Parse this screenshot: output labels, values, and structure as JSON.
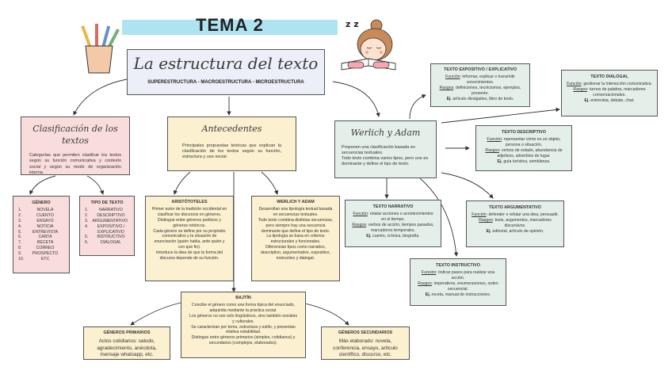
{
  "title": "TEMA 2",
  "main": {
    "title": "La estructura del texto",
    "subtitle": "SUPERESTRUCTURA - MACROESTRUCTURA - MICROESTRUCTURA"
  },
  "clasificacion": {
    "title": "Clasificación de los textos",
    "body": "Categorías que permiten clasificar los textos según su función comunicativa y contexto social y según su modo de organización interna."
  },
  "genero": {
    "title": "GÉNERO",
    "items": [
      {
        "n": "1.",
        "t": "NOVELA"
      },
      {
        "n": "2.",
        "t": "CUENTO"
      },
      {
        "n": "3.",
        "t": "ENSAYO"
      },
      {
        "n": "4.",
        "t": "NOTICIA"
      },
      {
        "n": "5.",
        "t": "ENTREVISTA"
      },
      {
        "n": "6.",
        "t": "CARTA"
      },
      {
        "n": "7.",
        "t": "RECETA"
      },
      {
        "n": "8.",
        "t": "CORREO"
      },
      {
        "n": "9.",
        "t": "PROSPECTO"
      },
      {
        "n": "10.",
        "t": "ETC"
      }
    ]
  },
  "tipo": {
    "title": "TIPO DE TEXTO",
    "items": [
      {
        "n": "1.",
        "t": "NARRATIVO"
      },
      {
        "n": "2.",
        "t": "DESCRIPTIVO"
      },
      {
        "n": "3.",
        "t": "ARGUMENTATIVO"
      },
      {
        "n": "4.",
        "t": "EXPOSITIVO / EXPLICATIVO"
      },
      {
        "n": "5.",
        "t": "INSTRUCTIVO"
      },
      {
        "n": "6.",
        "t": "DIALOGAL"
      }
    ]
  },
  "antecedentes": {
    "title": "Antecedentes",
    "body": "Principales propuestas teóricas que explican la clasificación de los textos según su función, estructura y uso social."
  },
  "aristoteles": {
    "title": "ARISTÓTOTELES",
    "p1": "Primer autor de la tradición occidental en clasificar los discursos en géneros. Distingue entre géneros poéticos y géneros retóricos.",
    "p2": "Cada género se define por su propósito comunicativo y la situación de enunciación (quién habla, ante quién y con qué fin).",
    "p3": "Introduce la idea de que la forma del discurso depende de su función."
  },
  "werlich_box": {
    "title": "WERLICH Y ADAM",
    "p1": "Desarrollan una tipología textual basada en secuencias textuales.",
    "p2": "Todo texto combina distintas secuencias, pero siempre hay una secuencia dominante que define el tipo de texto.",
    "p3": "La tipología se basa en criterios estructurales y funcionales.",
    "p4": "Diferencian tipos como narrativo, descriptivo, argumentativo, expositivo, instructivo y dialogal."
  },
  "bajtin": {
    "title": "BAJTÍN",
    "p1": "Concibe el género como una forma típica del enunciado, adquirida mediante la práctica social.",
    "p2": "Los géneros no son solo lingüísticos, sino también sociales y culturales.",
    "p3": "Se caracterizan por tema, estructura y estilo, y presentan relativa estabilidad.",
    "p4": "Distingue entre géneros primarios (simples, cotidianos) y secundarios (complejos, elaborados)."
  },
  "primarios": {
    "title": "GÉNEROS PRIMARIOS",
    "body": "Actos cotidianos: saludo, agradecimiento, anécdota, mensaje whatsapp, etc."
  },
  "secundarios": {
    "title": "GÉNEROS SECUNDARIOS",
    "body": "Más elaborado: novela, conferencia, ensayo, artículo científico, discurso, etc."
  },
  "werlich_adam": {
    "title": "Werlich y Adam",
    "body1": "Proponen una clasificación basada en secuencias textuales.",
    "body2": "Todo texto combina varios tipos, pero uno es dominante y define el tipo de texto."
  },
  "labels": {
    "funcion": "Función",
    "rasgos": "Rasgos",
    "ej": "Ej.",
    "sep": ": "
  },
  "expositivo": {
    "title": "TEXTO EXPOSITIVO / EXPLICATIVO",
    "funcion": "informar, explicar o transmitir conocimientos.",
    "rasgos": "definiciones, tecnicismos, ejemplos, presente.",
    "ej": "artículo divulgativo, libro de texto."
  },
  "dialogal": {
    "title": "TEXTO DIALOGAL",
    "funcion": "gestionar la interacción comunicativa.",
    "rasgos": "turnos de palabra, marcadores conversacionales.",
    "ej": "entrevista, debate, chat."
  },
  "descriptivo": {
    "title": "TEXTO DESCRIPTIVO",
    "funcion": "representar cómo es un objeto, persona o situación.",
    "rasgos": "verbos de estado, abundancia de adjetivos, adverbios de lugar.",
    "ej": "guía turística, semblanza."
  },
  "narrativo": {
    "title": "TEXTO NARRATIVO",
    "funcion": "relatar acciones o acontecimientos en el tiempo.",
    "rasgos": "verbos de acción, tiempos pasados, marcadores temporales.",
    "ej": "cuento, crónica, biografía."
  },
  "argumentativo": {
    "title": "TEXTO ARGUMENTATIVO",
    "funcion": "defender o refutar una idea, persuadir.",
    "rasgos": "tesis, argumentos, marcadores discursivos.",
    "ej": "editorial, artículo de opinión."
  },
  "instructivo": {
    "title": "TEXTO INSTRUCTIVO",
    "funcion": "indicar pasos para realizar una acción.",
    "rasgos": "imperativos, enumeraciones, orden secuencial.",
    "ej": "receta, manual de instrucciones."
  },
  "zz": "z z",
  "colors": {
    "title_bar": "#aee3f1",
    "pink": "#f9dcdc",
    "yellow": "#fbf0cf",
    "mint": "#e5efe9",
    "lavender": "#eceef8"
  }
}
